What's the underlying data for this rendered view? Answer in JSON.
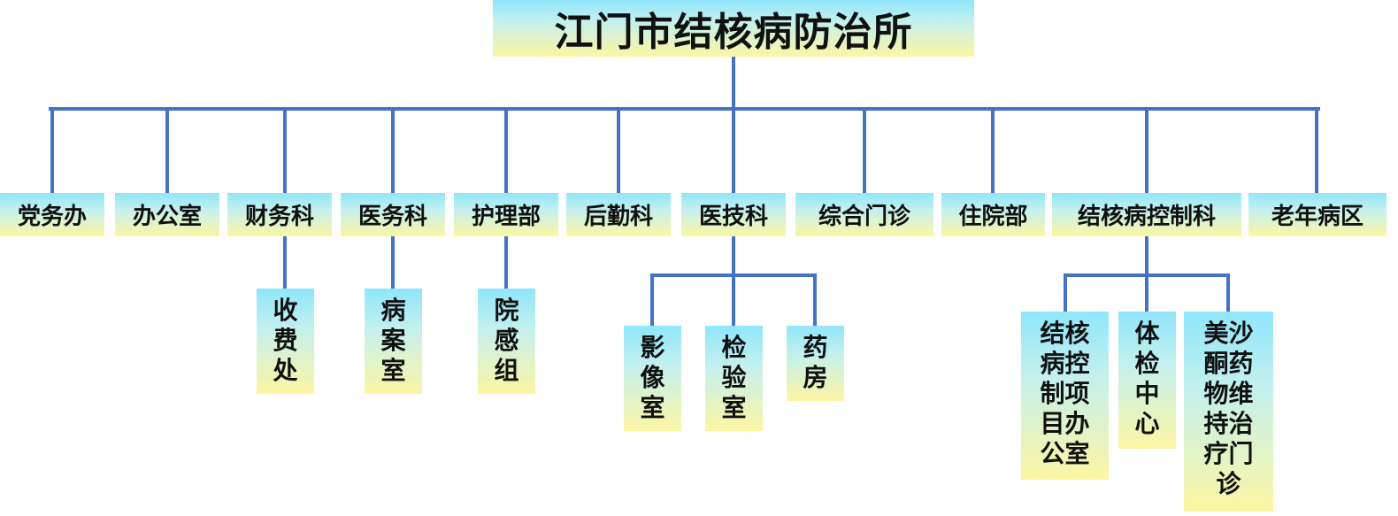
{
  "colors": {
    "connector": "#4472c4",
    "box_gradient": [
      "#8fe6fb",
      "#c3f0ee",
      "#fdf6a3"
    ],
    "text": "#111111"
  },
  "org_chart": {
    "title": "江门市结核病防治所",
    "departments": [
      {
        "id": "dept-1",
        "label": "党务办",
        "children": []
      },
      {
        "id": "dept-2",
        "label": "办公室",
        "children": []
      },
      {
        "id": "dept-3",
        "label": "财务科",
        "children": [
          "收费处"
        ]
      },
      {
        "id": "dept-4",
        "label": "医务科",
        "children": [
          "病案室"
        ]
      },
      {
        "id": "dept-5",
        "label": "护理部",
        "children": [
          "院感组"
        ]
      },
      {
        "id": "dept-6",
        "label": "后勤科",
        "children": []
      },
      {
        "id": "dept-7",
        "label": "医技科",
        "children": [
          "影像室",
          "检验室",
          "药房"
        ]
      },
      {
        "id": "dept-8",
        "label": "综合门诊",
        "children": []
      },
      {
        "id": "dept-9",
        "label": "住院部",
        "children": []
      },
      {
        "id": "dept-10",
        "label": "结核病控制科",
        "children": [
          "结核病控制项目办公室",
          "体检中心",
          "美沙酮药物维持治疗门诊"
        ]
      },
      {
        "id": "dept-11",
        "label": "老年病区",
        "children": []
      }
    ]
  }
}
